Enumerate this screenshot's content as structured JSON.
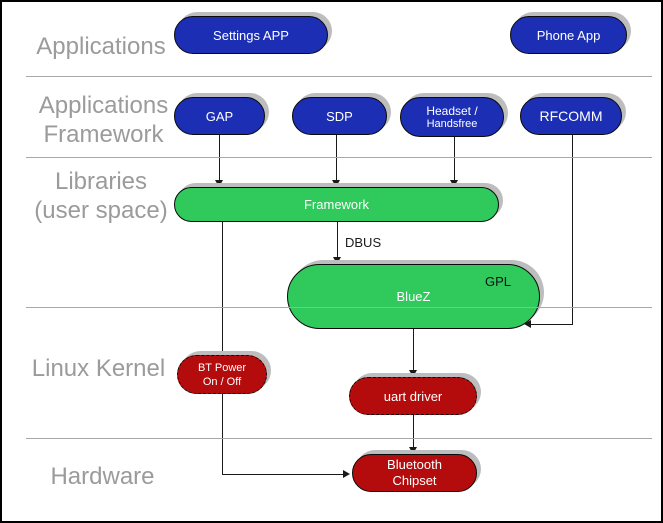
{
  "layers": {
    "applications": {
      "label": "Applications"
    },
    "app_framework": {
      "line1": "Applications",
      "line2": "Framework"
    },
    "libraries": {
      "line1": "Libraries",
      "line2": "(user space)"
    },
    "linux_kernel": {
      "label": "Linux Kernel"
    },
    "hardware": {
      "label": "Hardware"
    }
  },
  "nodes": {
    "settings_app": {
      "label": "Settings APP"
    },
    "phone_app": {
      "label": "Phone App"
    },
    "gap": {
      "label": "GAP"
    },
    "sdp": {
      "label": "SDP"
    },
    "headset": {
      "line1": "Headset /",
      "line2": "Handsfree"
    },
    "rfcomm": {
      "label": "RFCOMM"
    },
    "framework": {
      "label": "Framework"
    },
    "bluez": {
      "label": "BlueZ",
      "badge": "GPL"
    },
    "bt_power": {
      "line1": "BT Power",
      "line2": "On / Off"
    },
    "uart_driver": {
      "label": "uart driver"
    },
    "bt_chipset": {
      "line1": "Bluetooth",
      "line2": "Chipset"
    }
  },
  "annotations": {
    "dbus": "DBUS"
  },
  "colors": {
    "app_pill": "#1b2eb4",
    "library_pill": "#2fc95c",
    "kernel_pill": "#b40c0c",
    "pill_text": "#ffffff",
    "layer_label": "#9b9b9b",
    "divider": "#a8a8a8",
    "arrow": "#1a1a1a",
    "shadow": "#bdbdbd",
    "background": "#ffffff"
  }
}
